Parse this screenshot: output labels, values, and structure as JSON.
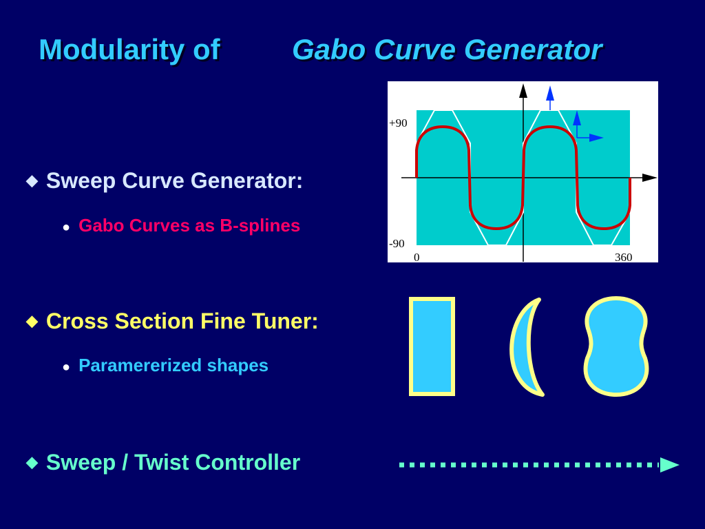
{
  "title": {
    "part1": "Modularity of",
    "part2": "Gabo Curve Generator"
  },
  "bullets": [
    {
      "label": "Sweep Curve Generator:",
      "color": "#D8E8FF",
      "sub": {
        "label": "Gabo Curves as B-splines",
        "color": "#FF0066"
      }
    },
    {
      "label": "Cross Section Fine Tuner:",
      "color": "#FFFF66",
      "sub": {
        "label": "Paramererized shapes",
        "color": "#33CCFF"
      }
    },
    {
      "label": "Sweep / Twist Controller",
      "color": "#66FFCC"
    }
  ],
  "graph": {
    "y_max_label": "+90",
    "y_min_label": "-90",
    "x_min_label": "0",
    "x_max_label": "360",
    "panel_color": "#00CCCC",
    "curve_color": "#CC0000",
    "outline_color": "#FFFFFF",
    "axis_color": "#000000",
    "marker_color": "#0033FF"
  },
  "shapes": {
    "fill": "#33CCFF",
    "stroke": "#FFFF88",
    "items": [
      "rectangle",
      "crescent",
      "peanut"
    ]
  },
  "controller_arrow_color": "#66FFCC"
}
